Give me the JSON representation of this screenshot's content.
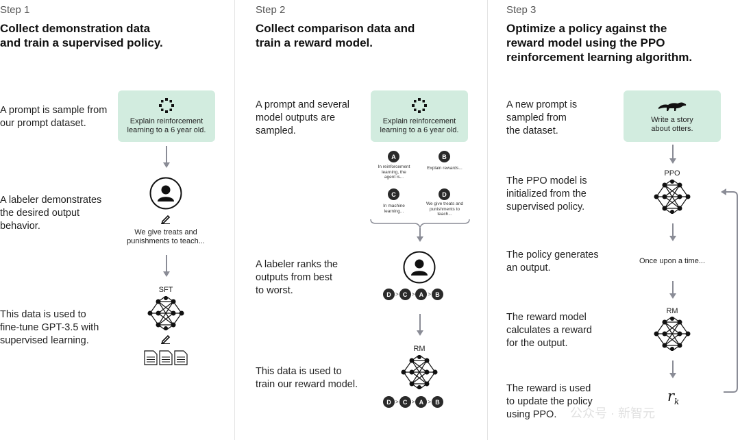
{
  "colors": {
    "green_box": "#d2ecdf",
    "arrow": "#8a8c96",
    "badge": "#2a2a2a"
  },
  "step1": {
    "step_label": "Step 1",
    "title": "Collect demonstration data\nand train a supervised policy.",
    "desc1": "A prompt is sample from\nour prompt dataset.",
    "prompt_box": "Explain reinforcement\nlearning to a 6 year old.",
    "desc2": "A labeler demonstrates\nthe desired output\nbehavior.",
    "demo_text": "We give treats and\npunishments to teach...",
    "model_label": "SFT",
    "desc3": "This data is used to\nfine-tune GPT-3.5 with\nsupervised learning."
  },
  "step2": {
    "step_label": "Step 2",
    "title": "Collect comparison data and\ntrain a reward model.",
    "desc1": "A prompt and several\nmodel outputs are\nsampled.",
    "prompt_box": "Explain reinforcement\nlearning to a 6 year old.",
    "outputs": [
      {
        "badge": "A",
        "text": "In reinforcement\nlearning, the\nagent is..."
      },
      {
        "badge": "B",
        "text": "Explain rewards..."
      },
      {
        "badge": "C",
        "text": "In machine\nlearning..."
      },
      {
        "badge": "D",
        "text": "We give treats and\npunishments to\nteach..."
      }
    ],
    "desc2": "A labeler ranks the\noutputs from best\nto worst.",
    "ranking": [
      "D",
      ">",
      "C",
      ">",
      "A",
      ">",
      "B"
    ],
    "desc3": "This data is used to\ntrain our reward model.",
    "model_label": "RM"
  },
  "step3": {
    "step_label": "Step 3",
    "title": "Optimize a policy against the\nreward model using the PPO\nreinforcement learning algorithm.",
    "desc1": "A new prompt is\nsampled from\nthe dataset.",
    "prompt_box": "Write a story\nabout otters.",
    "ppo_label": "PPO",
    "desc2": "The PPO model is\ninitialized from the\nsupervised policy.",
    "desc3": "The policy generates\nan output.",
    "output_text": "Once upon a time...",
    "rm_label": "RM",
    "desc4": "The reward model\ncalculates a reward\nfor the output.",
    "desc5": "The reward is used\nto update the policy\nusing PPO.",
    "reward_symbol": "r",
    "reward_subscript": "k"
  },
  "watermark": "公众号 · 新智元"
}
